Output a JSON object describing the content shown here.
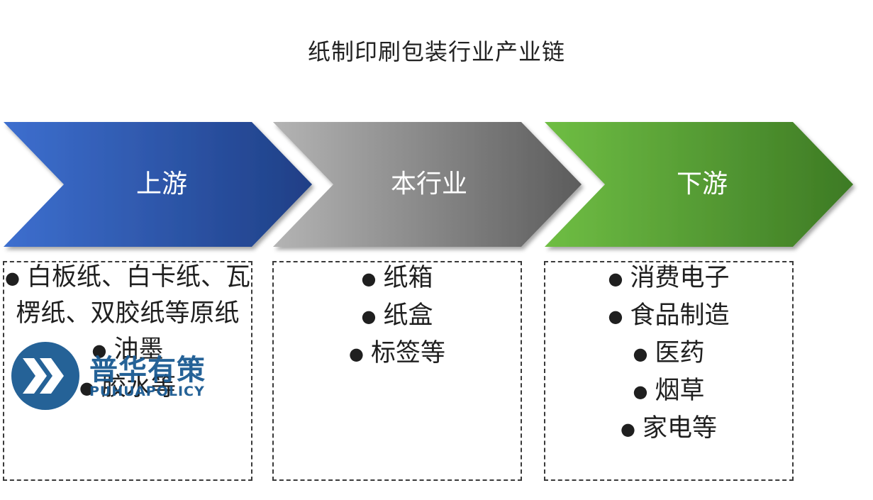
{
  "title": "纸制印刷包装行业产业链",
  "stages": [
    {
      "label": "上游",
      "color": "#2f55a8",
      "items": [
        "白板纸、白卡纸、瓦楞纸、双胶纸等原纸",
        "油墨",
        "胶水等"
      ]
    },
    {
      "label": "本行业",
      "color": "#7a7a7a",
      "items": [
        "纸箱",
        "纸盒",
        "标签等"
      ]
    },
    {
      "label": "下游",
      "color": "#4e9a2e",
      "items": [
        "消费电子",
        "食品制造",
        "医药",
        "烟草",
        "家电等"
      ]
    }
  ],
  "watermark": {
    "name_cn": "普华有策",
    "name_en": "PUHUAPOLICY",
    "icon": "chevron-logo-icon",
    "color": "#1a5a92"
  }
}
